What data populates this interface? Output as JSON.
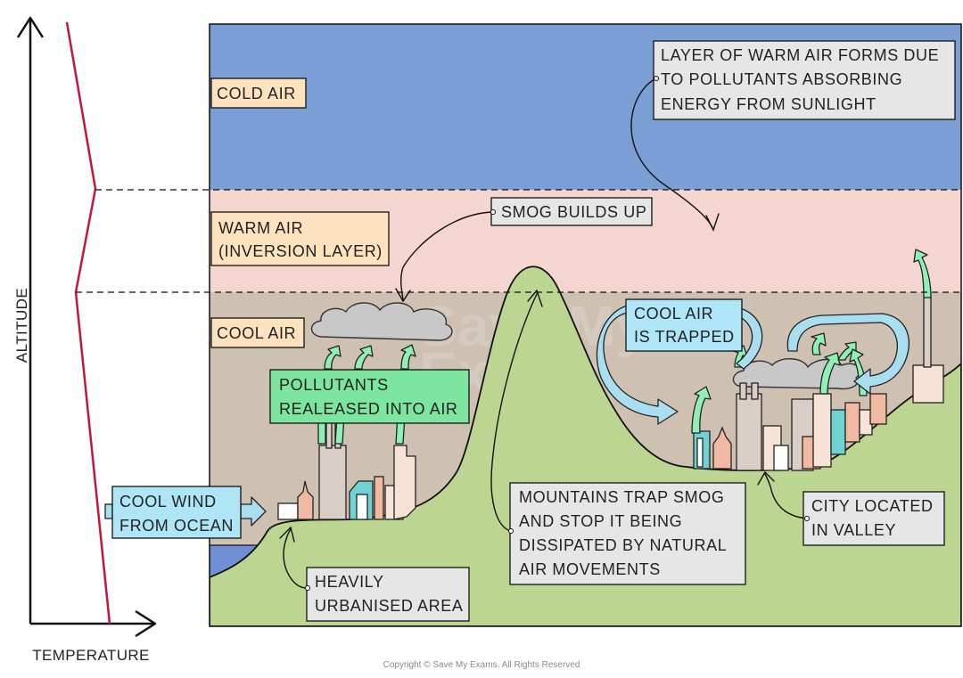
{
  "axes": {
    "y_label": "ALTITUDE",
    "x_label": "TEMPERATURE"
  },
  "layers": {
    "cold": "COLD AIR",
    "warm_line1": "WARM AIR",
    "warm_line2": "(INVERSION LAYER)",
    "cool": "COOL AIR"
  },
  "callouts": {
    "warm_layer": [
      "LAYER OF WARM AIR FORMS DUE",
      "TO POLLUTANTS ABSORBING",
      "ENERGY FROM SUNLIGHT"
    ],
    "smog_builds": "SMOG BUILDS UP",
    "cool_trapped": [
      "COOL AIR",
      "IS TRAPPED"
    ],
    "pollutants": [
      "POLLUTANTS",
      "REALEASED INTO AIR"
    ],
    "cool_wind": [
      "COOL WIND",
      "FROM OCEAN"
    ],
    "urbanised": [
      "HEAVILY",
      "URBANISED AREA"
    ],
    "mountains": [
      "MOUNTAINS TRAP SMOG",
      "AND STOP IT BEING",
      "DISSIPATED BY NATURAL",
      "AIR MOVEMENTS"
    ],
    "valley_city": [
      "CITY LOCATED",
      "IN VALLEY"
    ]
  },
  "watermark": [
    "Save My",
    "Exams"
  ],
  "copyright": "Copyright © Save My Exams. All Rights Reserved",
  "colors": {
    "cold_air": "#7b9fd4",
    "warm_air": "#f4d5cf",
    "cool_air": "#cfc1b2",
    "ground": "#bcd590",
    "sea": "#6f90d6",
    "temperature_line": "#c4163a",
    "label_tag": "#fde3bd",
    "callout_box": "#e6e6e6",
    "pollutant_box": "#7ce6a0",
    "cool_box": "#aee5f7",
    "arrow_green": "#8ef0b4",
    "arrow_blue": "#a9def1",
    "smog": "#c8c8c8"
  }
}
